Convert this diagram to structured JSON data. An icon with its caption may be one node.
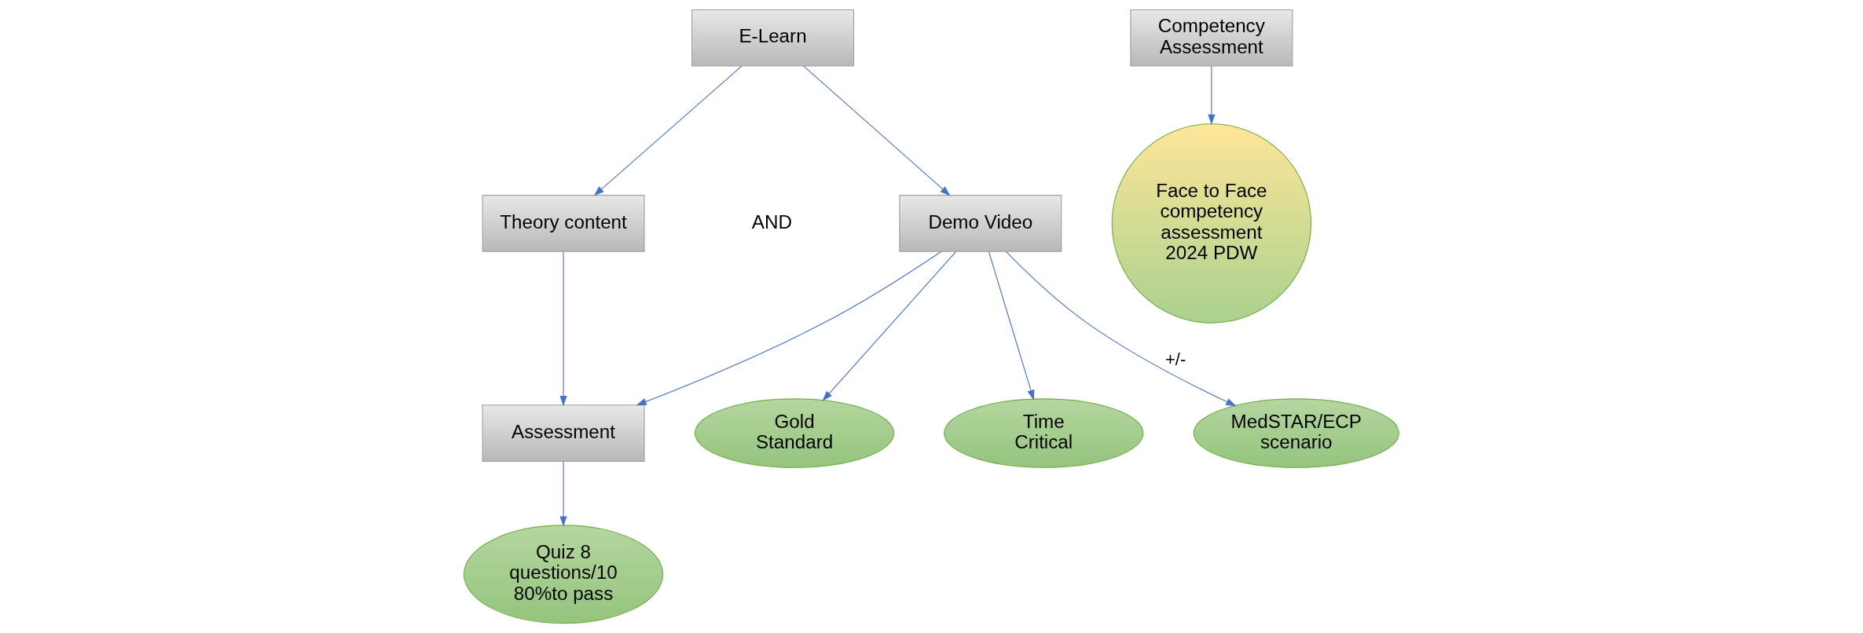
{
  "diagram": {
    "nodes": [
      {
        "text": [
          "E-Learn"
        ]
      },
      {
        "text": [
          "Theory content"
        ]
      },
      {
        "text": [
          "Demo Video"
        ]
      },
      {
        "text": [
          "Assessment"
        ]
      },
      {
        "text": [
          "Quiz 8 questions/10 80%to pass"
        ]
      },
      {
        "text": [
          "Gold Standard"
        ]
      },
      {
        "text": [
          "Time Critical"
        ]
      },
      {
        "text": [
          "MedSTAR/ECP scenario"
        ]
      },
      {
        "text": [
          "Competency Assessment"
        ]
      },
      {
        "text": [
          "Face to Face competency assessment 2024 PDW"
        ]
      }
    ],
    "edges": [
      {
        "from": 0,
        "to": 1,
        "arrow": "to"
      },
      {
        "from": 0,
        "to": 2,
        "arrow": "to"
      },
      {
        "from": 1,
        "to": 3,
        "arrow": "to"
      },
      {
        "from": 2,
        "to": 3,
        "arrow": "to"
      },
      {
        "from": 3,
        "to": 4,
        "arrow": "to"
      },
      {
        "from": 2,
        "to": 5,
        "arrow": "to"
      },
      {
        "from": 2,
        "to": 6,
        "arrow": "to"
      },
      {
        "from": 2,
        "to": 7,
        "arrow": "to",
        "label": "+/-"
      },
      {
        "from": 8,
        "to": 9,
        "arrow": "to"
      }
    ],
    "labels": [
      "AND"
    ]
  }
}
